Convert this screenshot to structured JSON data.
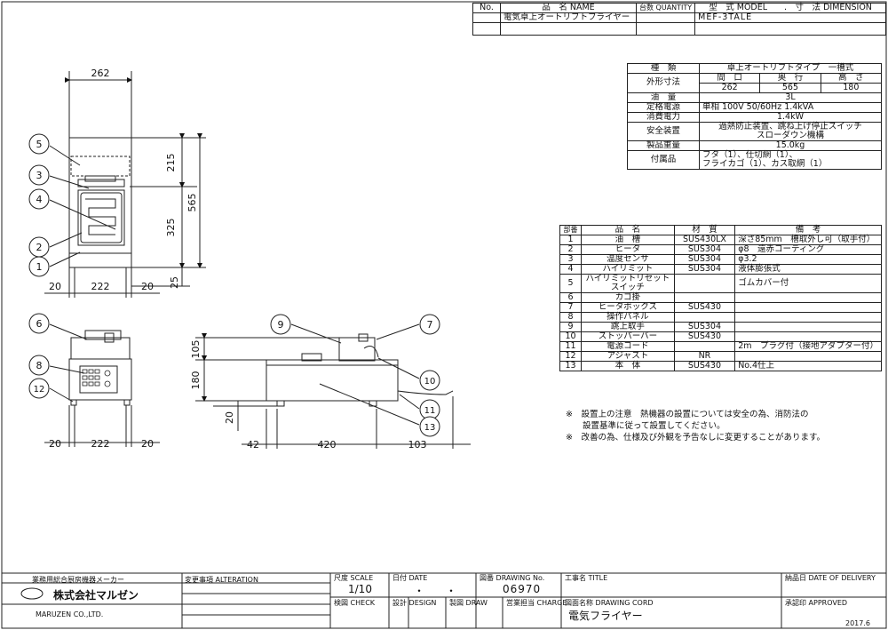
{
  "header": {
    "col_no": "No.",
    "col_name": "品　名 NAME",
    "col_qty": "台数 QUANTITY",
    "col_model": "型　式 MODEL　　.　寸　法 DIMENSION",
    "product_name": "電気卓上オートリフトフライヤー",
    "model": "MEF-3TALE"
  },
  "specs": {
    "type_label": "種　類",
    "type_value": "卓上オートリフトタイプ　一槽式",
    "dims_label": "外形寸法",
    "dims_headers": [
      "間　口",
      "奥　行",
      "高　さ"
    ],
    "dims_values": [
      "262",
      "565",
      "180"
    ],
    "oil_label": "油　量",
    "oil_value": "3L",
    "power_label": "定格電源",
    "power_value": "単相 100V 50/60Hz 1.4kVA",
    "consumption_label": "消費電力",
    "consumption_value": "1.4kW",
    "safety_label": "安全装置",
    "safety_value_1": "過熱防止装置、跳ね上げ停止スイッチ",
    "safety_value_2": "スローダウン機構",
    "weight_label": "製品重量",
    "weight_value": "15.0kg",
    "accessories_label": "付属品",
    "accessories_1": "フタ（1）、仕切網（1）、",
    "accessories_2": "フライカゴ（1）、カス取網（1）"
  },
  "parts": {
    "headers": [
      "部番",
      "品　名",
      "材　質",
      "備　考"
    ],
    "rows": [
      {
        "no": "1",
        "name": "油　槽",
        "material": "SUS430LX",
        "note": "深さ85mm　槽取外し可（取手付）"
      },
      {
        "no": "2",
        "name": "ヒータ",
        "material": "SUS304",
        "note": "φ8　遠赤コーティング"
      },
      {
        "no": "3",
        "name": "温度センサ",
        "material": "SUS304",
        "note": "φ3.2"
      },
      {
        "no": "4",
        "name": "ハイリミット",
        "material": "SUS304",
        "note": "液体膨張式"
      },
      {
        "no": "5",
        "name": "ハイリミットリセット",
        "name2": "スイッチ",
        "material": "",
        "note": "ゴムカバー付"
      },
      {
        "no": "6",
        "name": "カゴ掛",
        "material": "",
        "note": ""
      },
      {
        "no": "7",
        "name": "ヒータボックス",
        "material": "SUS430",
        "note": ""
      },
      {
        "no": "8",
        "name": "操作パネル",
        "material": "",
        "note": ""
      },
      {
        "no": "9",
        "name": "跳上取手",
        "material": "SUS304",
        "note": ""
      },
      {
        "no": "10",
        "name": "ストッパーバー",
        "material": "SUS430",
        "note": ""
      },
      {
        "no": "11",
        "name": "電源コード",
        "material": "",
        "note": "2m　プラグ付（接地アダプター付）"
      },
      {
        "no": "12",
        "name": "アジャスト",
        "material": "NR",
        "note": ""
      },
      {
        "no": "13",
        "name": "本　体",
        "material": "SUS430",
        "note": "No.4仕上"
      }
    ]
  },
  "notes": {
    "line1": "※　設置上の注意　熱機器の設置については安全の為、消防法の",
    "line2": "　　設置基準に従って設置してください。",
    "line3": "※　改善の為、仕様及び外観を予告なしに変更することがあります。"
  },
  "dimensions": {
    "top_width": "262",
    "top_depth1": "215",
    "top_depth2": "325",
    "top_depth_total": "565",
    "top_front_margin": "25",
    "top_side1": "20",
    "top_inner": "222",
    "top_side2": "20",
    "front_side1": "20",
    "front_inner": "222",
    "front_side2": "20",
    "side_upper": "105",
    "side_height": "180",
    "side_foot": "20",
    "side_rear": "42",
    "side_body": "420",
    "side_front": "103"
  },
  "balloons": [
    "1",
    "2",
    "3",
    "4",
    "5",
    "6",
    "7",
    "8",
    "9",
    "10",
    "11",
    "12",
    "13"
  ],
  "title_block": {
    "maker_tag": "業務用総合厨房機器メーカー",
    "company_jp": "株式会社マルゼン",
    "company_en": "MARUZEN CO.,LTD.",
    "alteration_label": "変更事項 ALTERATION",
    "scale_label": "尺度 SCALE",
    "scale_value": "1/10",
    "date_label": "日付 DATE",
    "date_value": "・　　・",
    "drawing_no_label": "図番 DRAWING No.",
    "drawing_no_value": "06970",
    "title_label": "工事名 TITLE",
    "delivery_label": "納品日 DATE OF DELIVERY",
    "check_label": "検図 CHECK",
    "design_label": "設計 DESIGN",
    "draw_label": "製図 DRAW",
    "charge_label": "営業担当 CHARGE",
    "cord_label": "図面名称 DRAWING CORD",
    "cord_value": "電気フライヤー",
    "approved_label": "承認印 APPROVED",
    "year": "2017.6"
  }
}
